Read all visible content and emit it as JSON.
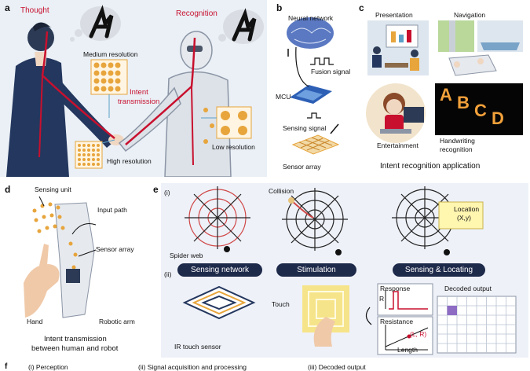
{
  "panel_a": {
    "letter": "a",
    "thought_label": "Thought",
    "recognition_label": "Recognition",
    "thought_glyph": "A",
    "recognition_glyph": "A",
    "medium_res": "Medium resolution",
    "intent_line1": "Intent",
    "intent_line2": "transmission",
    "high_res": "High resolution",
    "low_res": "Low resolution",
    "accent_red": "#c8102e",
    "dot_gold": "#e7a53c"
  },
  "panel_b": {
    "letter": "b",
    "neural_network": "Neural network",
    "fusion_signal": "Fusion signal",
    "mcu": "MCU",
    "sensing_signal": "Sensing signal",
    "sensor_array": "Sensor array"
  },
  "panel_c": {
    "letter": "c",
    "presentation": "Presentation",
    "navigation": "Navigation",
    "entertainment": "Entertainment",
    "handwriting_line1": "Handwriting",
    "handwriting_line2": "recognition",
    "handwriting_letters": [
      "A",
      "B",
      "C",
      "D"
    ],
    "caption": "Intent recognition application"
  },
  "panel_d": {
    "letter": "d",
    "sensing_unit": "Sensing unit",
    "input_path": "Input path",
    "sensor_array": "Sensor array",
    "hand": "Hand",
    "robotic_arm": "Robotic arm",
    "caption_line1": "Intent transmission",
    "caption_line2": "between human and robot"
  },
  "panel_e": {
    "letter": "e",
    "sub_i": "(i)",
    "sub_ii": "(ii)",
    "collision": "Collision",
    "location_line1": "Location",
    "location_line2": "(X,y)",
    "spider_web": "Spider web",
    "pill_sensing_network": "Sensing network",
    "pill_stimulation": "Stimulation",
    "pill_sensing_locating": "Sensing & Locating",
    "ir_touch_sensor": "IR touch sensor",
    "touch": "Touch",
    "response": "Response",
    "r_symbol": "R",
    "resistance": "Resistance",
    "lr_point": "(L, R)",
    "length": "Length",
    "decoded_output": "Decoded output",
    "panel_bg": "#eef1f8",
    "highlight_purple": "#8e6cc4"
  },
  "panel_f": {
    "letter": "f",
    "item_i": "(i) Perception",
    "item_ii": "(ii) Signal acquisition and processing",
    "item_iii": "(iii) Decoded output"
  }
}
